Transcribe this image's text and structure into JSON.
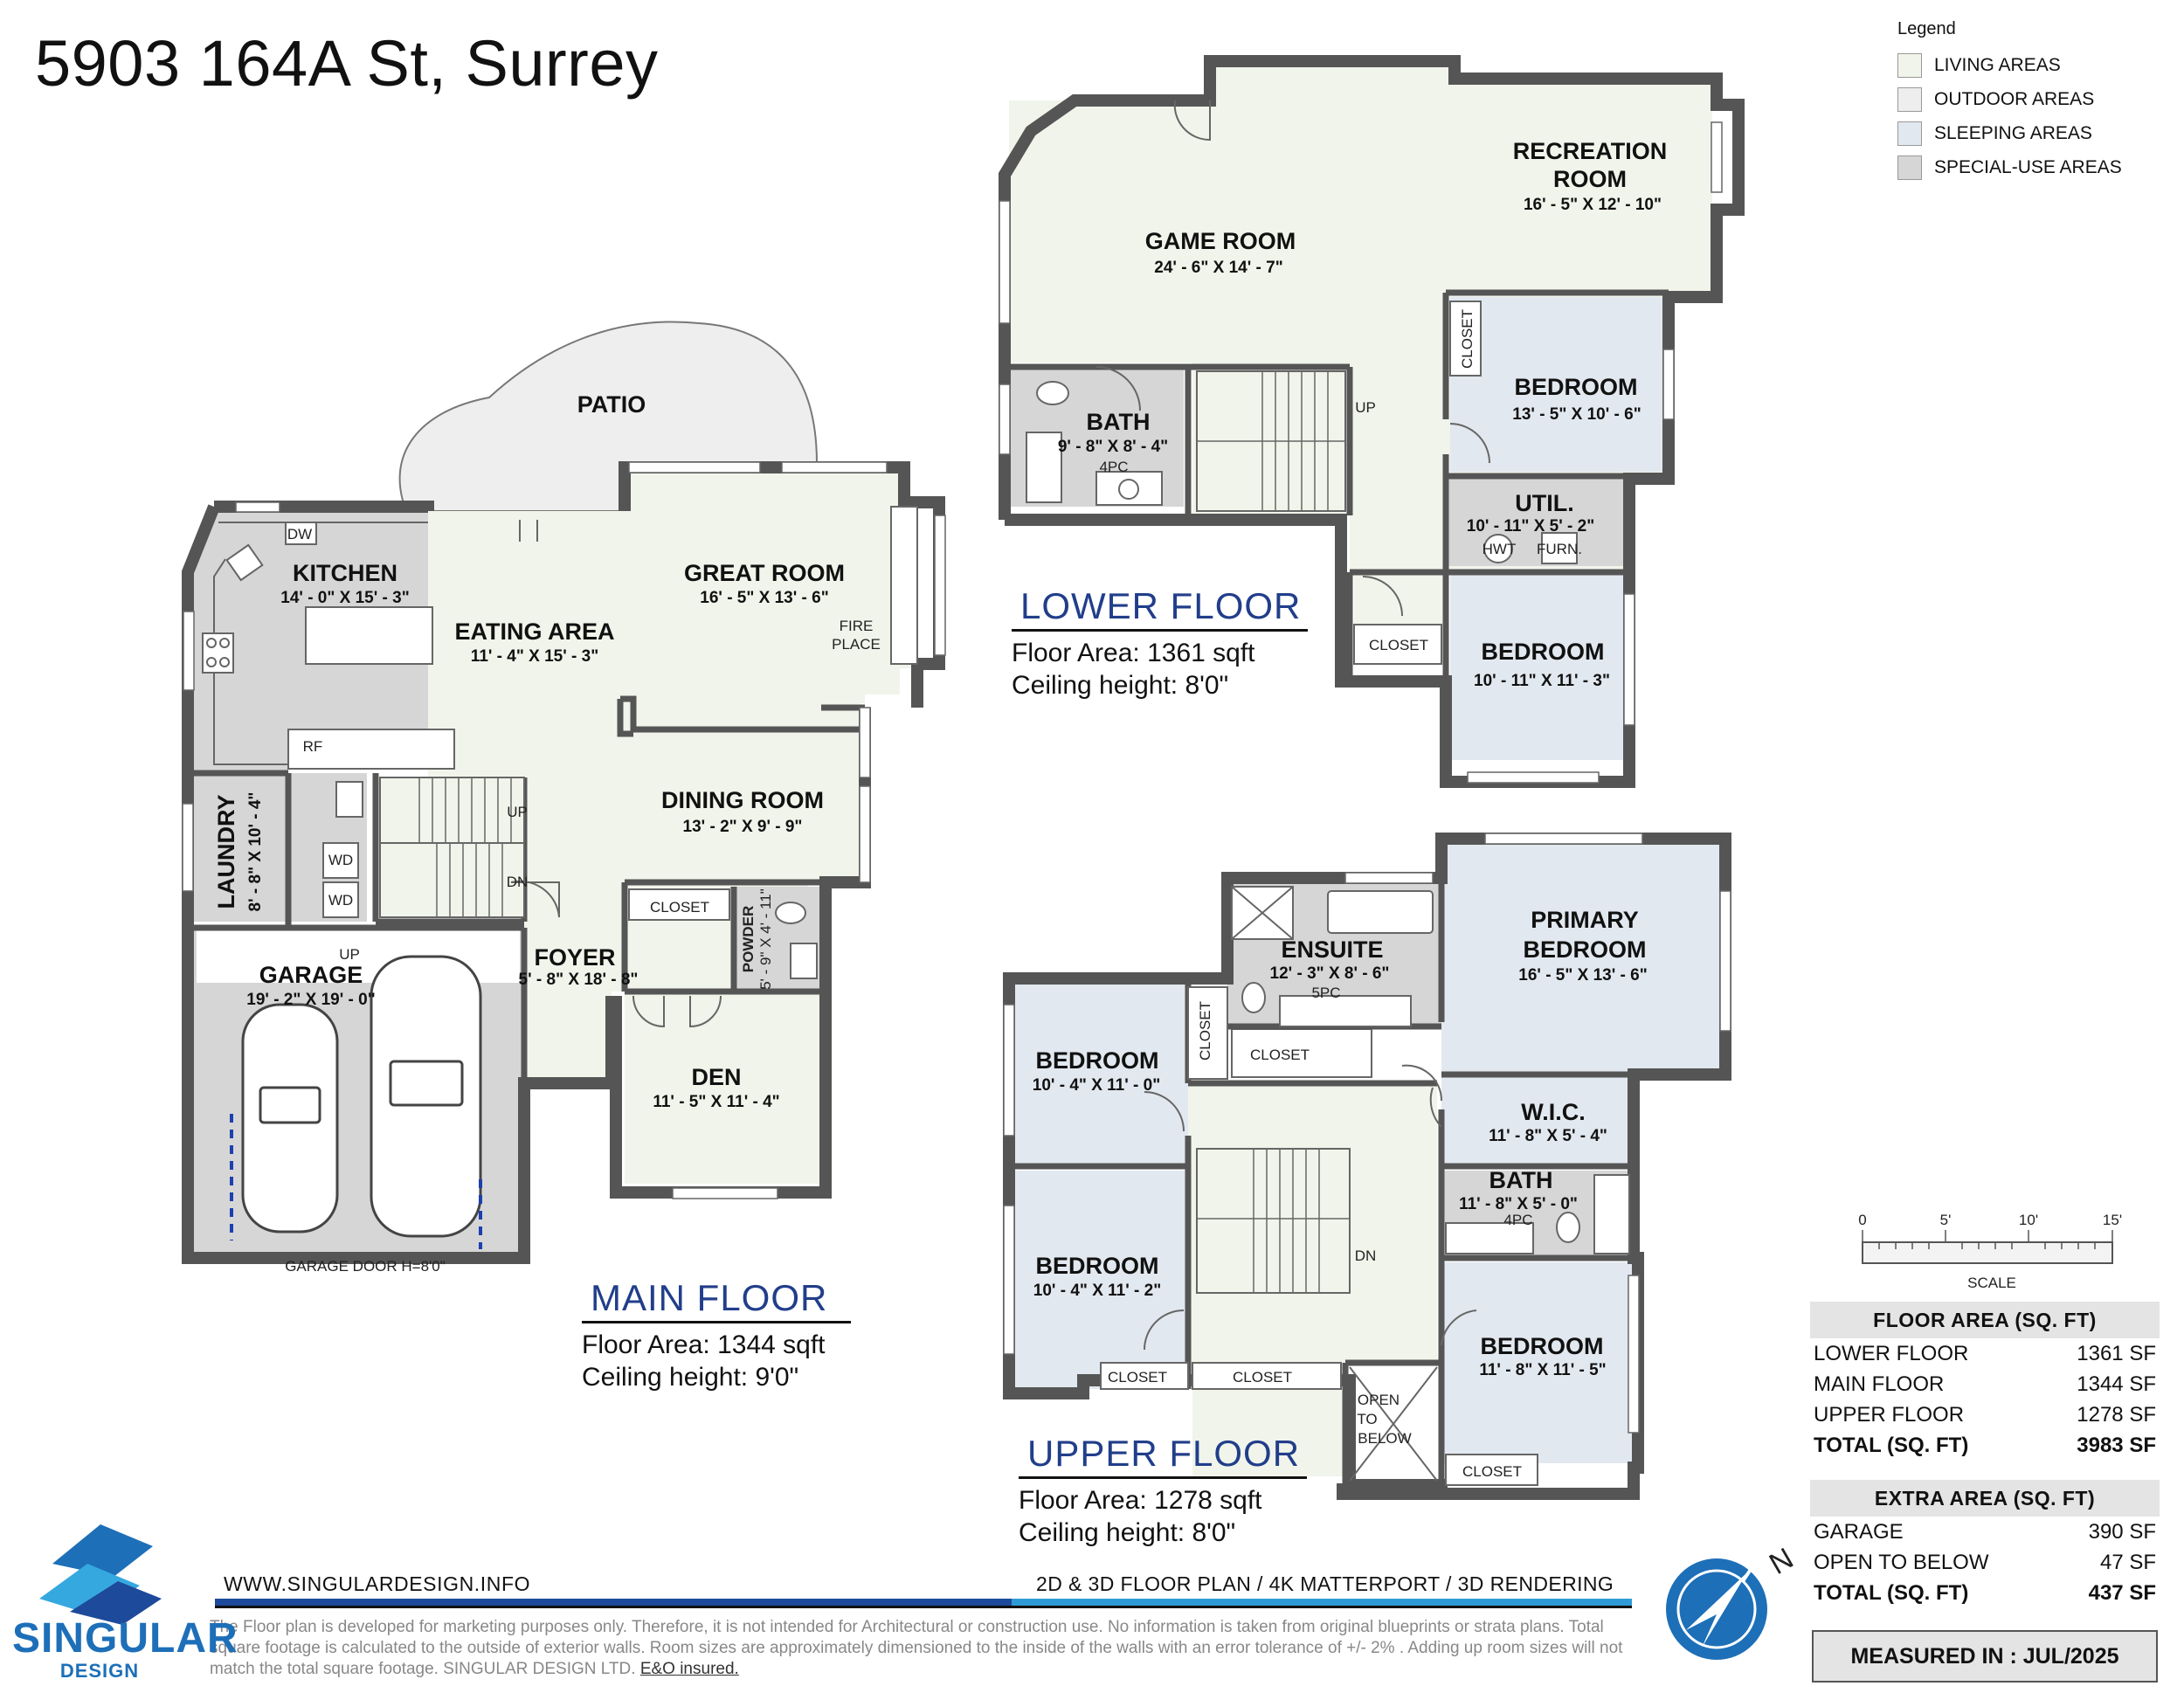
{
  "title": "5903 164A St, Surrey",
  "legend": {
    "title": "Legend",
    "items": [
      {
        "label": "LIVING AREAS",
        "color": "#f1f4ea"
      },
      {
        "label": "OUTDOOR AREAS",
        "color": "#eeeeee"
      },
      {
        "label": "SLEEPING AREAS",
        "color": "#e2e8ef"
      },
      {
        "label": "SPECIAL-USE AREAS",
        "color": "#d6d6d6"
      }
    ]
  },
  "colors": {
    "wall": "#555555",
    "living": "#f1f4ea",
    "sleeping": "#e2e8ef",
    "special": "#d6d6d6",
    "outdoor": "#eeeeee",
    "accent": "#213e8a",
    "brand": "#1d6fb8"
  },
  "lower": {
    "title": "LOWER FLOOR",
    "area": "Floor Area: 1361 sqft",
    "ceiling": "Ceiling height: 8'0\"",
    "rooms": {
      "game_name": "GAME ROOM",
      "game_dim": "24' - 6\" X 14' - 7\"",
      "rec_name1": "RECREATION",
      "rec_name2": "ROOM",
      "rec_dim": "16' - 5\" X 12' - 10\"",
      "bed1_name": "BEDROOM",
      "bed1_dim": "13' - 5\" X 10' - 6\"",
      "bath_name": "BATH",
      "bath_dim": "9' - 8\" X 8' - 4\"",
      "bath_note": "4PC",
      "util_name": "UTIL.",
      "util_dim": "10' - 11\" X 5' - 2\"",
      "hwt": "HWT",
      "furn": "FURN.",
      "bed2_name": "BEDROOM",
      "bed2_dim": "10' - 11\" X 11' - 3\"",
      "closet1": "CLOSET",
      "closet2": "CLOSET",
      "up": "UP"
    }
  },
  "main": {
    "title": "MAIN FLOOR",
    "area": "Floor Area: 1344 sqft",
    "ceiling": "Ceiling height: 9'0\"",
    "rooms": {
      "patio": "PATIO",
      "kitchen_name": "KITCHEN",
      "kitchen_dim": "14' - 0\" X 15' - 3\"",
      "eating_name": "EATING AREA",
      "eating_dim": "11' - 4\" X 15' - 3\"",
      "great_name": "GREAT ROOM",
      "great_dim": "16' - 5\" X 13' - 6\"",
      "fire1": "FIRE",
      "fire2": "PLACE",
      "dining_name": "DINING ROOM",
      "dining_dim": "13' - 2\" X 9' - 9\"",
      "laundry_name": "LAUNDRY",
      "laundry_dim": "8' - 8\" X 10' - 4\"",
      "garage_name": "GARAGE",
      "garage_dim": "19' - 2\" X 19' - 0\"",
      "garage_door": "GARAGE DOOR H=8'0\"",
      "foyer_name": "FOYER",
      "foyer_dim": "5' - 8\" X 18' - 8\"",
      "den_name": "DEN",
      "den_dim": "11' - 5\" X 11' - 4\"",
      "powder_name": "POWDER",
      "powder_dim": "5' - 9\" X 4' - 11\"",
      "closet": "CLOSET",
      "dw": "DW",
      "rf": "RF",
      "wd1": "WD",
      "wd2": "WD",
      "up": "UP",
      "dn": "DN",
      "up2": "UP"
    }
  },
  "upper": {
    "title": "UPPER FLOOR",
    "area": "Floor Area: 1278 sqft",
    "ceiling": "Ceiling height: 8'0\"",
    "rooms": {
      "ensuite_name": "ENSUITE",
      "ensuite_dim": "12' - 3\" X 8' - 6\"",
      "ensuite_note": "5PC",
      "primary_name1": "PRIMARY",
      "primary_name2": "BEDROOM",
      "primary_dim": "16' - 5\" X 13' - 6\"",
      "bed1_name": "BEDROOM",
      "bed1_dim": "10' - 4\" X 11' - 0\"",
      "wic_name": "W.I.C.",
      "wic_dim": "11' - 8\" X 5' - 4\"",
      "bath_name": "BATH",
      "bath_dim": "11' - 8\" X 5' - 0\"",
      "bath_note": "4PC",
      "bed2_name": "BEDROOM",
      "bed2_dim": "10' - 4\" X 11' - 2\"",
      "bed3_name": "BEDROOM",
      "bed3_dim": "11' - 8\" X 11' - 5\"",
      "closet1": "CLOSET",
      "closet2": "CLOSET",
      "closet3": "CLOSET",
      "closet4": "CLOSET",
      "closet5": "CLOSET",
      "open1": "OPEN",
      "open2": "TO",
      "open3": "BELOW",
      "dn": "DN"
    }
  },
  "scale": {
    "ticks": [
      "0",
      "5'",
      "10'",
      "15'"
    ],
    "label": "SCALE"
  },
  "floor_area": {
    "header": "FLOOR AREA (SQ. FT)",
    "rows": [
      {
        "label": "LOWER FLOOR",
        "value": "1361 SF"
      },
      {
        "label": "MAIN FLOOR",
        "value": "1344 SF"
      },
      {
        "label": "UPPER FLOOR",
        "value": "1278 SF"
      }
    ],
    "total_label": "TOTAL (SQ. FT)",
    "total_value": "3983 SF"
  },
  "extra_area": {
    "header": "EXTRA AREA (SQ. FT)",
    "rows": [
      {
        "label": "GARAGE",
        "value": "390 SF"
      },
      {
        "label": "OPEN TO BELOW",
        "value": "47 SF"
      }
    ],
    "total_label": "TOTAL (SQ. FT)",
    "total_value": "437 SF"
  },
  "measured": "MEASURED IN : JUL/2025",
  "compass": "N",
  "footer": {
    "website": "WWW.SINGULARDESIGN.INFO",
    "services": "2D & 3D FLOOR PLAN / 4K MATTERPORT / 3D RENDERING",
    "disclaimer": "The Floor plan is developed for marketing purposes only. Therefore, it is not intended for Architectural or construction use. No information is taken from original blueprints or strata plans. Total square footage is calculated to the outside of exterior walls. Room sizes are approximately dimensioned to the inside of the walls with an error tolerance of +/- 2% . Adding up room sizes will not match the total square footage. SINGULAR DESIGN LTD.",
    "eo": "E&O insured."
  },
  "brand": {
    "name": "SINGULAR",
    "sub": "DESIGN"
  }
}
